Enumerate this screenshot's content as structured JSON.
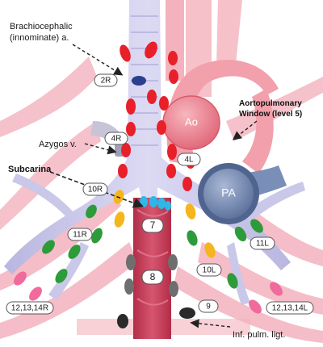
{
  "labels": {
    "brachiocephalic_line1": "Brachiocephalic",
    "brachiocephalic_line2": "(innominate) a.",
    "aortopulmonary_line1": "Aortopulmonary",
    "aortopulmonary_line2": "Window (level 5)",
    "azygos": "Azygos v.",
    "subcarina": "Subcarina",
    "inf_pulm_ligt": "Inf. pulm. ligt.",
    "ao": "Ao",
    "pa": "PA"
  },
  "stations": {
    "s2r": "2R",
    "s4r": "4R",
    "s4l": "4L",
    "s10r": "10R",
    "s11r": "11R",
    "s7": "7",
    "s8": "8",
    "s11l": "11L",
    "s10l": "10L",
    "s9": "9",
    "s12r": "12,13,14R",
    "s12l": "12,13,14L"
  },
  "colors": {
    "trachea": "#c9c8e8",
    "vessel_pink": "#f3a7b4",
    "aorta": "#ee7f8e",
    "esophagus": "#c93e58",
    "pulmonary_artery": "#7a8fb8",
    "node_red": "#e8202a",
    "node_green": "#2e9b3a",
    "node_yellow": "#f5b51c",
    "node_pink": "#f06a9c",
    "node_blue": "#2b3f8e",
    "node_gray": "#6e6e6e",
    "node_cyan": "#2fb7e8"
  },
  "icons": {
    "arrow_brachiocephalic": "dashed-arrow-icon",
    "arrow_aortopulmonary": "dashed-arrow-icon",
    "arrow_azygos": "dashed-arrow-icon",
    "arrow_subcarina": "dashed-arrow-icon",
    "arrow_inf_pulm": "arrow-icon"
  }
}
